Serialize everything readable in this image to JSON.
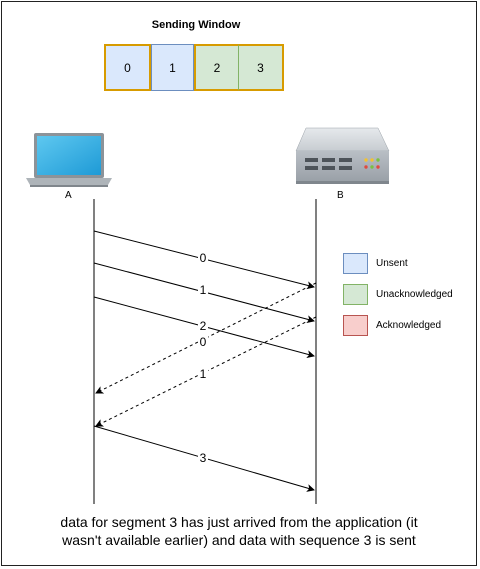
{
  "sending_window": {
    "title": "Sending Window",
    "cells": [
      "0",
      "1",
      "2",
      "3"
    ]
  },
  "hosts": {
    "a": "A",
    "b": "B"
  },
  "segments": [
    {
      "label": "0",
      "direction": "A-to-B",
      "style": "solid"
    },
    {
      "label": "1",
      "direction": "A-to-B",
      "style": "solid"
    },
    {
      "label": "2",
      "direction": "A-to-B",
      "style": "solid"
    },
    {
      "label": "0",
      "direction": "B-to-A",
      "style": "dashed"
    },
    {
      "label": "1",
      "direction": "B-to-A",
      "style": "dashed"
    },
    {
      "label": "3",
      "direction": "A-to-B",
      "style": "solid"
    }
  ],
  "legend": {
    "unsent": {
      "label": "Unsent",
      "fill": "#dae8fc",
      "stroke": "#6c8ebf"
    },
    "unacknowledged": {
      "label": "Unacknowledged",
      "fill": "#d5e8d4",
      "stroke": "#82b366"
    },
    "acknowledged": {
      "label": "Acknowledged",
      "fill": "#f8cecc",
      "stroke": "#b85450"
    }
  },
  "window_highlight_color": "#d79b00",
  "caption": {
    "line1": "data for segment 3 has just arrived from the application (it",
    "line2": "wasn't available earlier) and data with sequence 3 is sent"
  }
}
